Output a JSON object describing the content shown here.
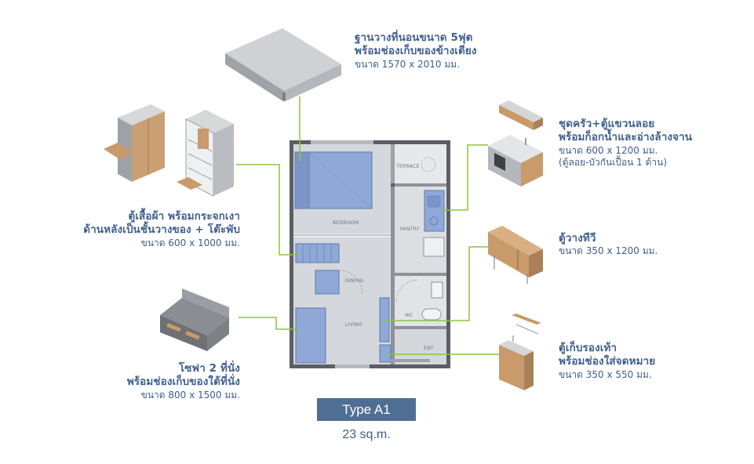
{
  "callouts": {
    "bed": {
      "title_1": "ฐานวางที่นอนขนาด 5ฟุต",
      "title_2": "พร้อมช่องเก็บของข้างเตียง",
      "size": "ขนาด 1570 x 2010 มม."
    },
    "kitchen": {
      "title_1": "ชุดครัว+ตู้แขวนลอย",
      "title_2": "พร้อมก็อกน้ำและอ่างล้างจาน",
      "size": "ขนาด 600 x 1200 มม.",
      "note": "(ตู้ลอย-บัวกันเปื้อน 1 ด้าน)"
    },
    "wardrobe": {
      "title_1": "ตู้เสื้อผ้า พร้อมกระจกเงา",
      "title_2": "ด้านหลังเป็นชั้นวางของ + โต๊ะพับ",
      "size": "ขนาด 600 x 1000 มม."
    },
    "tv": {
      "title_1": "ตู้วางทีวี",
      "size": "ขนาด 350 x 1200 มม."
    },
    "sofa": {
      "title_1": "โซฟา 2 ที่นั่ง",
      "title_2": "พร้อมช่องเก็บของใต้ที่นั่ง",
      "size": "ขนาด 800 x 1500 มม."
    },
    "shoe": {
      "title_1": "ตู้เก็บรองเท้า",
      "title_2": "พร้อมช่องใส่จดหมาย",
      "size": "ขนาด 350 x 550 มม."
    }
  },
  "plan_labels": {
    "terrace": "TERRACE",
    "bedroom": "BEDROOM",
    "pantry": "PANTRY",
    "dining": "DINING",
    "living": "LIVING",
    "wc": "WC",
    "entry": "ENT"
  },
  "unit": {
    "type": "Type A1",
    "area": "23 sq.m."
  },
  "colors": {
    "text": "#3f5f8d",
    "badge": "#4f6e94",
    "leader_line": "#8cc63f",
    "furniture_fill": "#8fa8d6",
    "wall": "#5b5f65",
    "floor": "#cfd3d8",
    "wood": "#c99a6a"
  }
}
